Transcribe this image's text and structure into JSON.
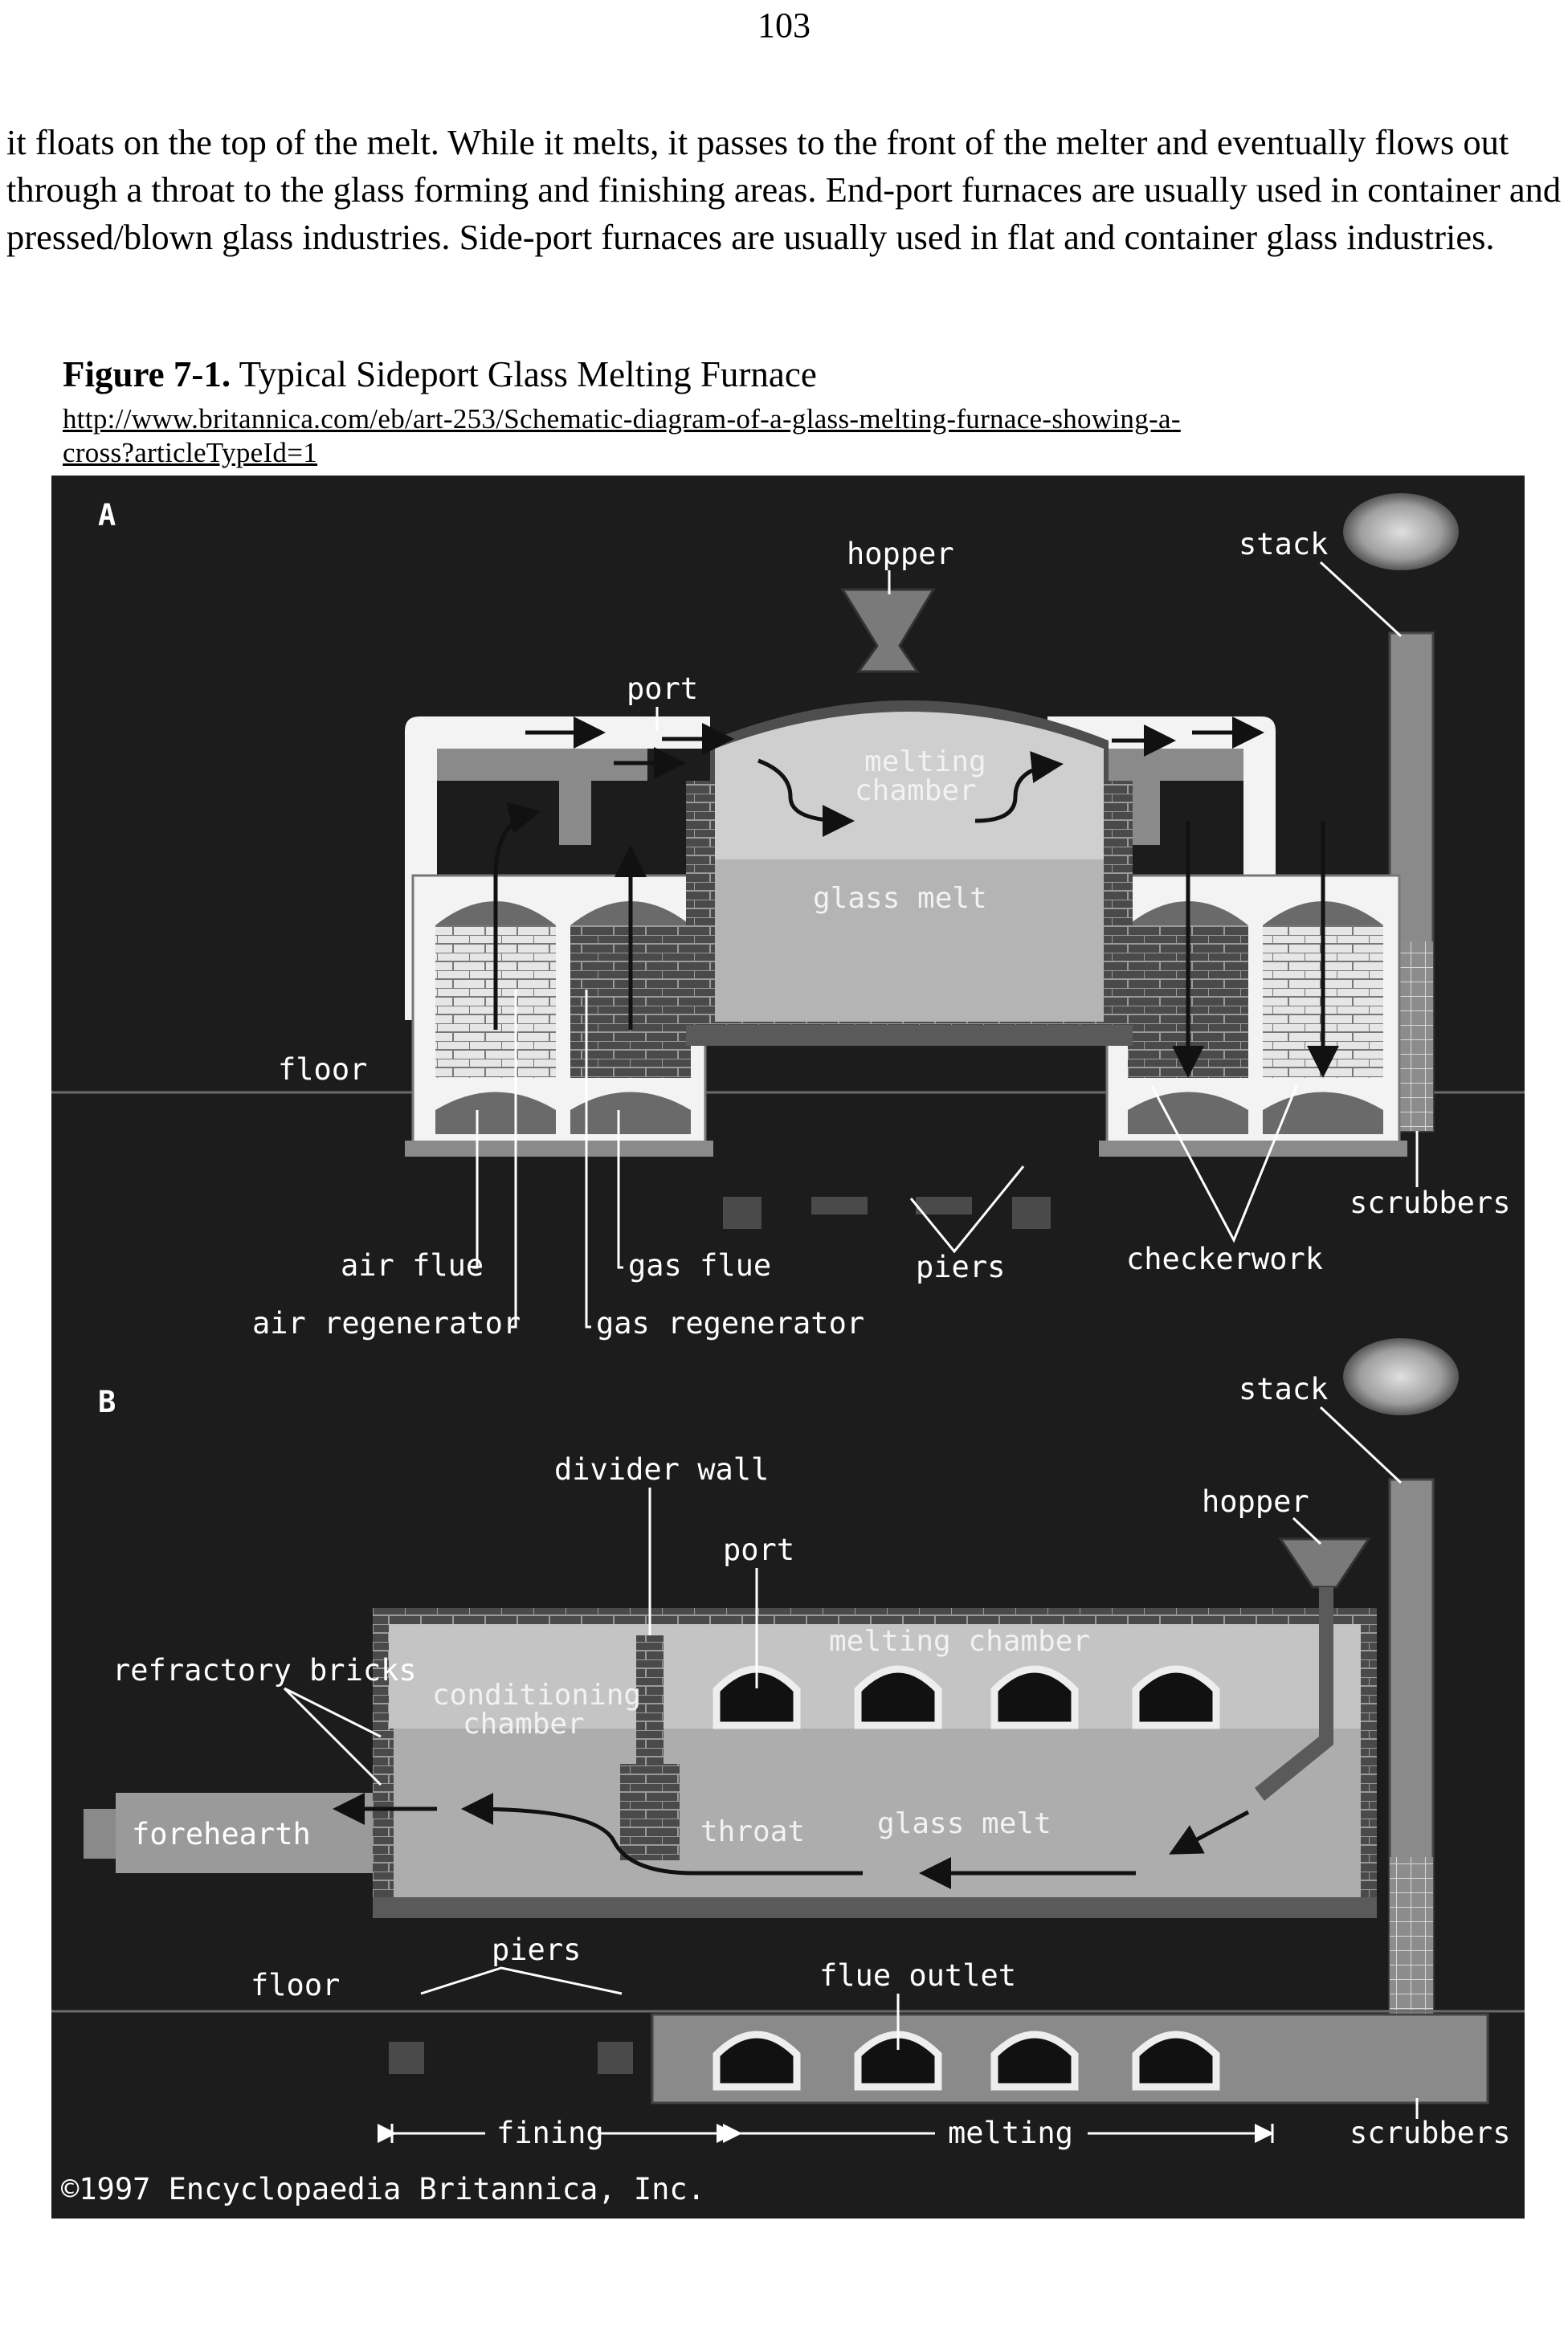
{
  "page_number": "103",
  "paragraph": "it floats on the top of the melt. While it melts, it passes to the front of the melter and eventually flows out through a throat to the glass forming and finishing areas. End-port furnaces are usually used in container and pressed/blown glass industries. Side-port furnaces are usually used in flat and container glass industries.",
  "figure": {
    "number": "Figure 7-1.",
    "title": "Typical Sideport Glass Melting Furnace",
    "url_line1": "http://www.britannica.com/eb/art-253/Schematic-diagram-of-a-glass-melting-furnace-showing-a-",
    "url_line2": "cross?articleTypeId=1"
  },
  "diagram": {
    "panel_a": {
      "letter": "A",
      "hopper": "hopper",
      "stack": "stack",
      "port": "port",
      "melting_chamber_1": "melting",
      "melting_chamber_2": "chamber",
      "glass_melt": "glass melt",
      "floor": "floor",
      "scrubbers": "scrubbers",
      "air_flue": "air flue",
      "gas_flue": "gas flue",
      "piers": "piers",
      "checkerwork": "checkerwork",
      "air_regenerator": "air regenerator",
      "gas_regenerator": "gas regenerator"
    },
    "panel_b": {
      "letter": "B",
      "stack": "stack",
      "divider_wall": "divider wall",
      "hopper": "hopper",
      "port": "port",
      "refractory_bricks": "refractory bricks",
      "melting_chamber": "melting chamber",
      "conditioning_1": "conditioning",
      "conditioning_2": "chamber",
      "forehearth": "forehearth",
      "throat": "throat",
      "glass_melt": "glass melt",
      "piers": "piers",
      "floor": "floor",
      "flue_outlet": "flue outlet",
      "fining": "fining",
      "melting": "melting",
      "scrubbers": "scrubbers"
    },
    "copyright": "©1997 Encyclopaedia Britannica, Inc."
  },
  "colors": {
    "background": "#1c1c1c",
    "furnace_wall": "#9a9a9a",
    "melt": "#b9b9b9",
    "chamber": "#d2d2d2",
    "brick": "#5a5a5a"
  }
}
